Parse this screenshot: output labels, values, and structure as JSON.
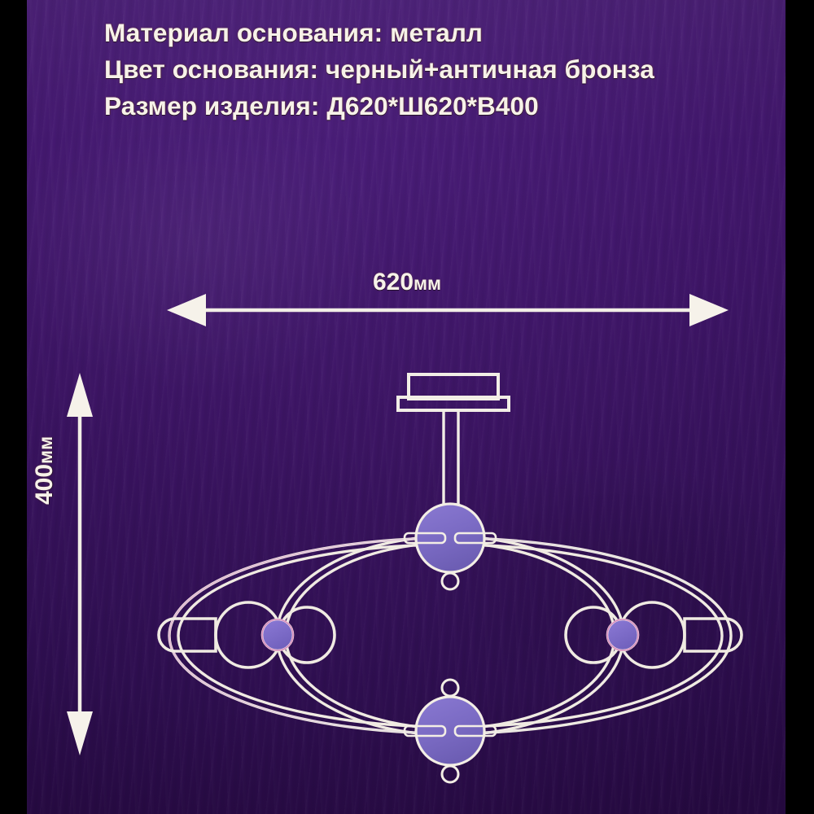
{
  "product_spec": {
    "lines": [
      "Материал основания: металл",
      "Цвет основания: черный+античная бронза",
      "Размер изделия: Д620*Ш620*В400"
    ],
    "material_label": "Материал основания:",
    "material_value": "металл",
    "color_label": "Цвет основания:",
    "color_value": "черный+античная бронза",
    "size_label": "Размер изделия:",
    "size_value": "Д620*Ш620*В400"
  },
  "dimensions": {
    "width": {
      "number": "620",
      "unit": "мм",
      "full": "620мм"
    },
    "height": {
      "number": "400",
      "unit": "мм",
      "full": "400мм"
    }
  },
  "colors": {
    "background_purple": "#41166c",
    "border_black": "#000000",
    "line_white": "#f2eee6",
    "text_cream": "#f7f2e9",
    "hub_fill": "#7b6bc4",
    "node_fill": "#7f6ecb",
    "accent_magenta": "#d06ab0",
    "accent_cyan": "#7fd0e8"
  },
  "diagram": {
    "title": "ceiling-lamp-dimension-drawing",
    "parts": [
      "ceiling-mount-plate",
      "ceiling-mount-box",
      "drop-rod",
      "upper-hub",
      "lower-hub",
      "outer-ellipse-ring",
      "inner-ellipse-ring",
      "left-bulb",
      "left-socket",
      "right-bulb",
      "right-socket",
      "left-node",
      "right-node",
      "hub-loop-rings"
    ]
  }
}
